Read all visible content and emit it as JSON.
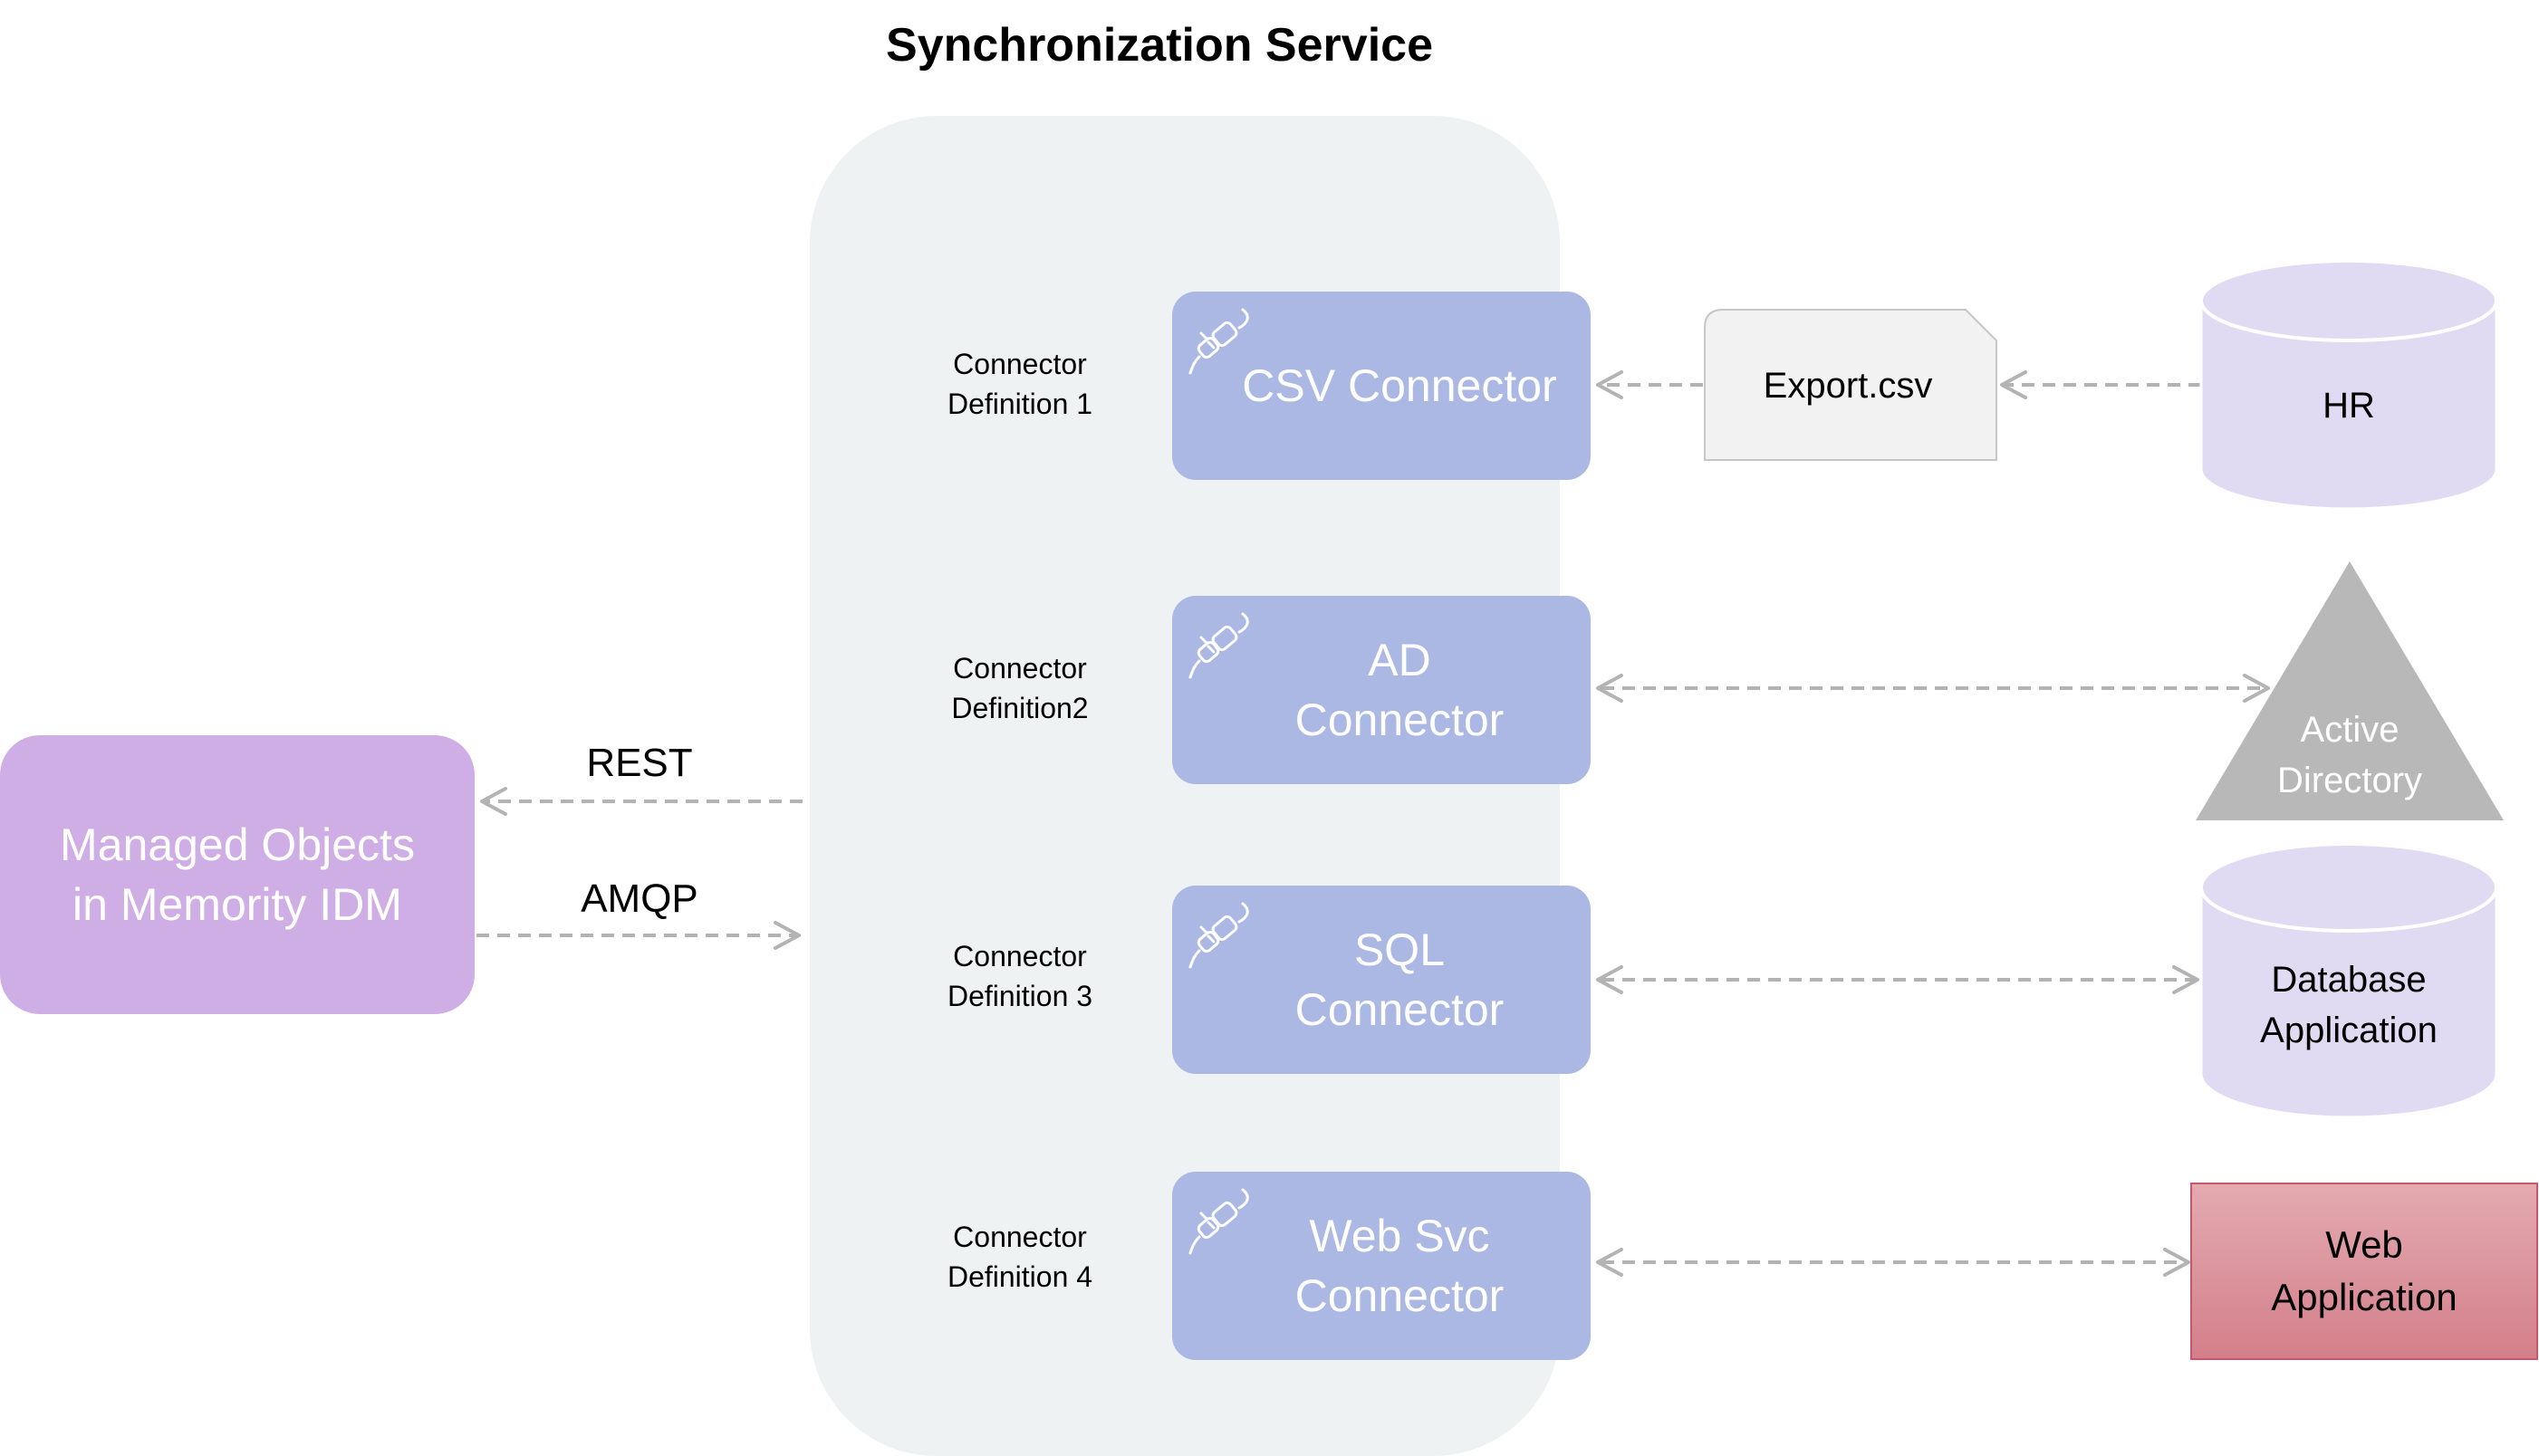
{
  "title": "Synchronization Service",
  "managed_objects": "Managed Objects\nin Memority IDM",
  "protocols": {
    "rest": "REST",
    "amqp": "AMQP"
  },
  "definitions": [
    "Connector\nDefinition 1",
    "Connector\nDefinition2",
    "Connector\nDefinition 3",
    "Connector\nDefinition 4"
  ],
  "connectors": [
    "CSV Connector",
    "AD\nConnector",
    "SQL\nConnector",
    "Web Svc\nConnector"
  ],
  "export_file": "Export.csv",
  "targets": {
    "hr": "HR",
    "active_directory": "Active\nDirectory",
    "database": "Database\nApplication",
    "web_app": "Web\nApplication"
  },
  "icons": {
    "connector": "plug-icon"
  },
  "colors": {
    "service_bg": "#eff2f3",
    "connector": "#abb8e3",
    "managed": "#cfaee6",
    "cylinder": "#e0dbf3",
    "triangle": "#b8b8b8",
    "arrow": "#b3b3b3",
    "web_app": "#d88b95"
  }
}
